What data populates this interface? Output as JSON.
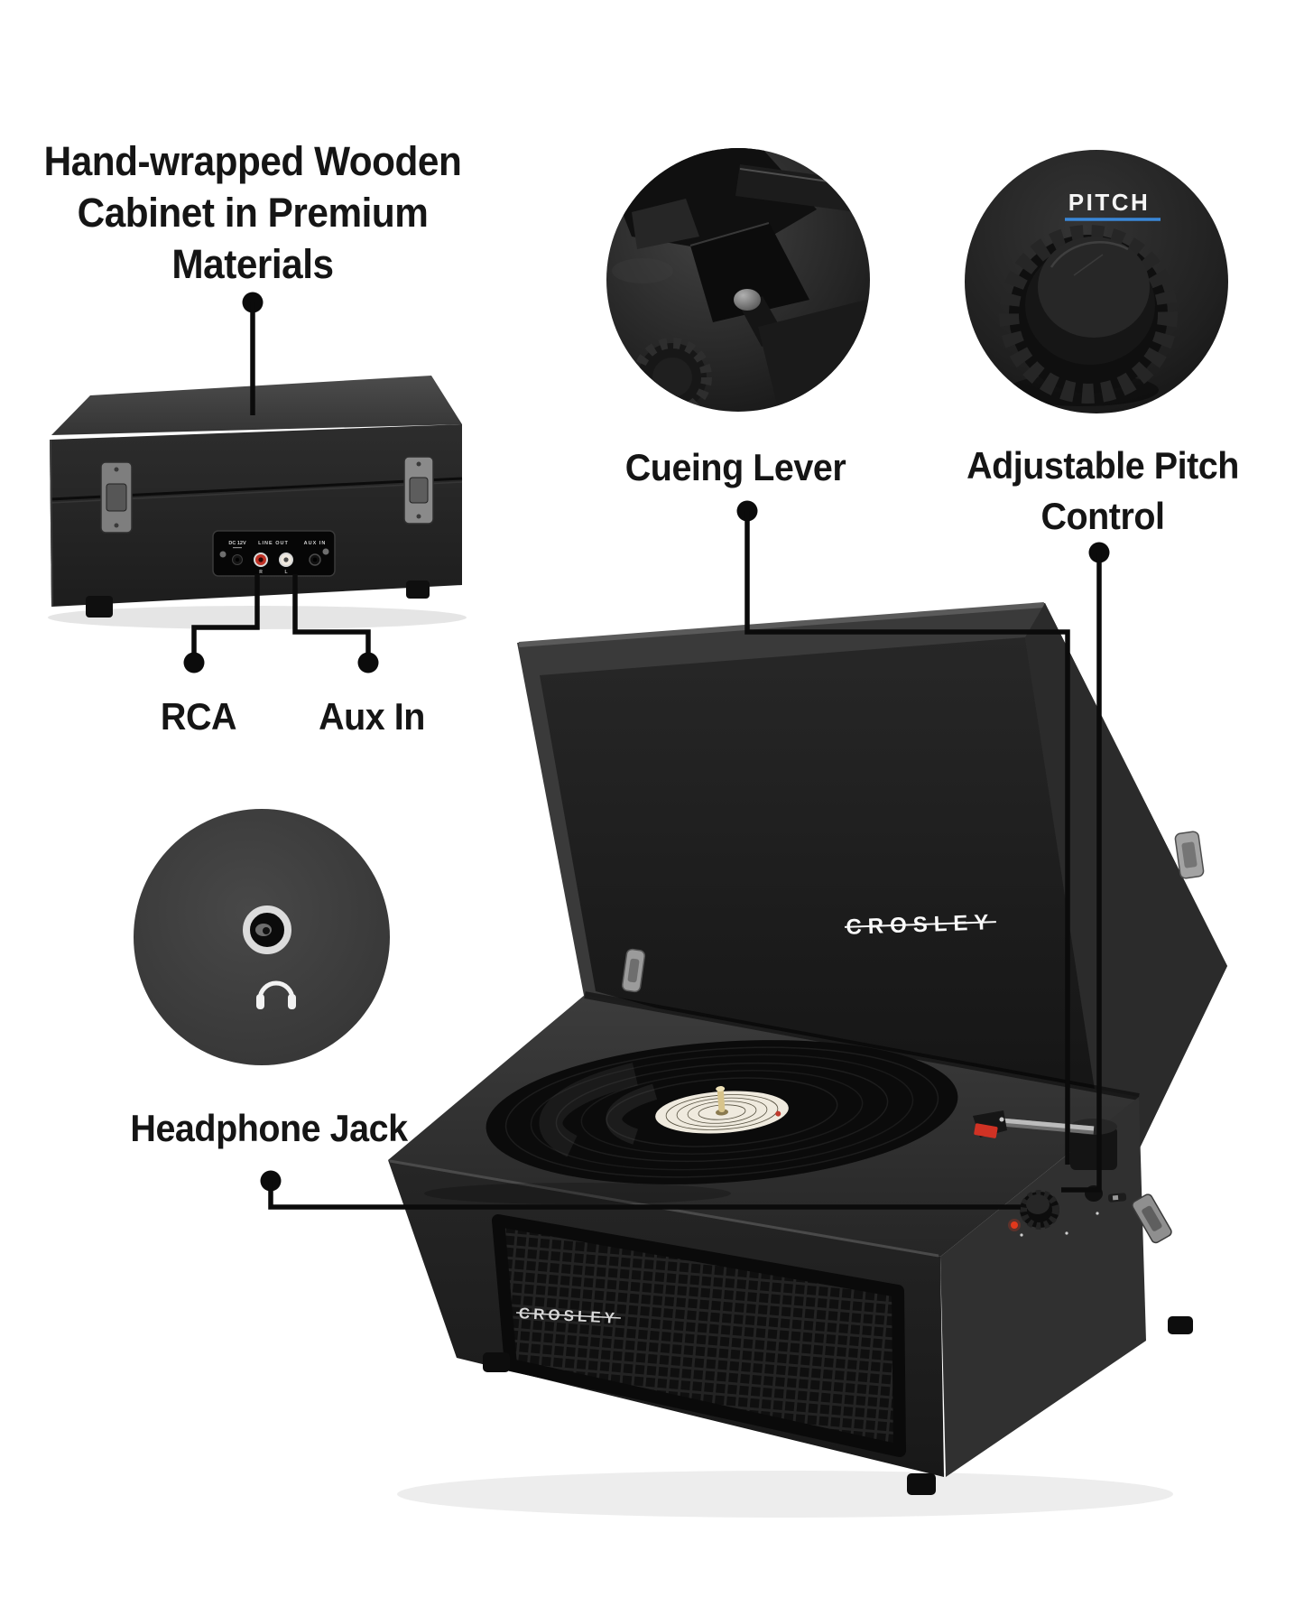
{
  "features": {
    "cabinet": {
      "label_line1": "Hand-wrapped Wooden",
      "label_line2": "Cabinet in Premium",
      "label_line3": "Materials"
    },
    "cueing_lever": {
      "label": "Cueing Lever"
    },
    "pitch_control": {
      "label_line1": "Adjustable Pitch",
      "label_line2": "Control"
    },
    "headphone_jack": {
      "label": "Headphone Jack"
    },
    "rca": {
      "label": "RCA"
    },
    "aux_in": {
      "label": "Aux In"
    }
  },
  "product": {
    "lid_logo": "CROSLEY",
    "grille_logo": "CROSLEY",
    "pitch_knob_label": "PITCH",
    "rear_panel": {
      "dc_label": "DC 12V",
      "line_out_label": "LINE OUT",
      "aux_in_label": "AUX IN",
      "right_label": "R",
      "left_label": "L"
    }
  },
  "colors": {
    "background": "#ffffff",
    "text": "#151515",
    "callout_line": "#0b0b0b",
    "pitch_underline": "#3a87d8",
    "record_label_bg": "#efeade",
    "cartridge_red": "#d03224",
    "rca_red": "#c03125",
    "rca_white": "#efe9df",
    "led_red": "#e2391b"
  }
}
